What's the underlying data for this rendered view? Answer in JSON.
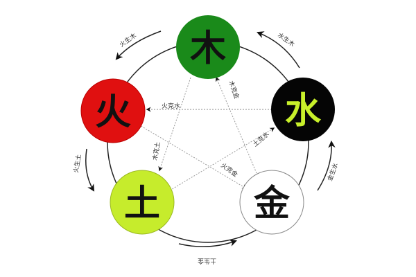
{
  "diagram": {
    "type": "five-elements-cycle",
    "elements": [
      {
        "id": "wood",
        "char": "木",
        "fill": "#1a8a1a",
        "text_color": "#111111"
      },
      {
        "id": "fire",
        "char": "火",
        "fill": "#e01010",
        "text_color": "#111111"
      },
      {
        "id": "water",
        "char": "水",
        "fill": "#050505",
        "text_color": "#c8f02a"
      },
      {
        "id": "earth",
        "char": "土",
        "fill": "#c6ec2c",
        "text_color": "#111111"
      },
      {
        "id": "metal",
        "char": "金",
        "fill": "#ffffff",
        "text_color": "#111111"
      }
    ],
    "generating_labels": {
      "wood_to_fire": "火生木",
      "water_to_wood": "水生木",
      "fire_to_earth": "火生土",
      "metal_to_water": "金生水",
      "earth_to_metal": "土生金"
    },
    "overcoming_labels": {
      "water_fire": "火克水",
      "metal_wood": "木克金",
      "earth_water": "土克水",
      "wood_earth": "木克土",
      "fire_metal": "火克金"
    }
  }
}
